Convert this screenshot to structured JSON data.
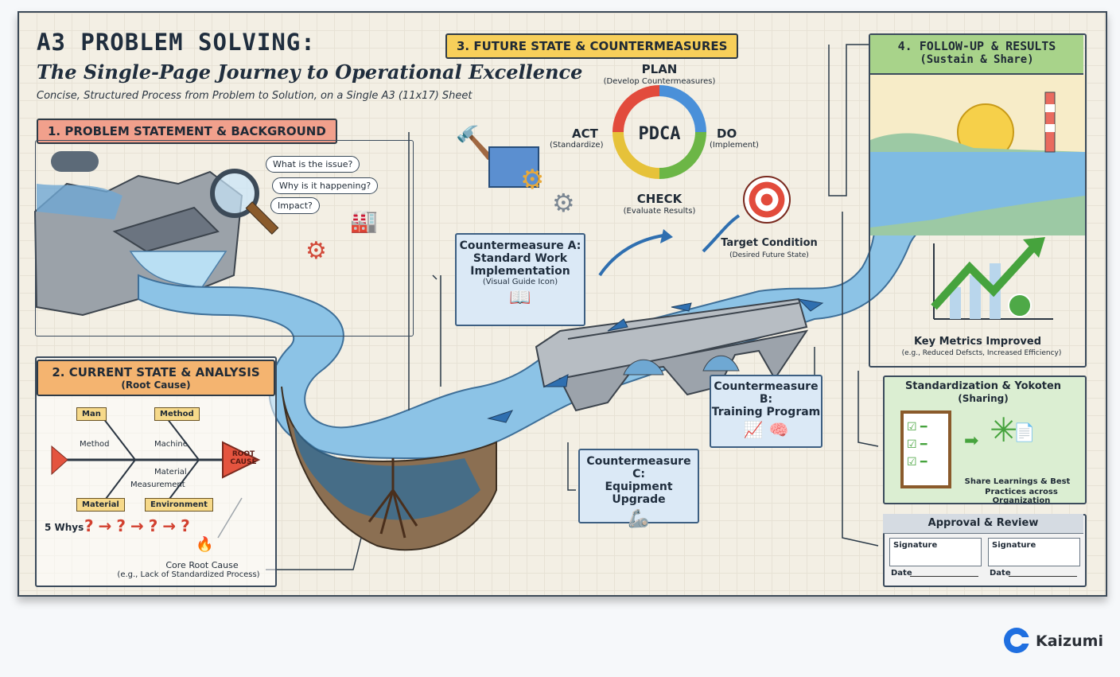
{
  "header": {
    "title": "A3 PROBLEM SOLVING:",
    "subtitle": "The Single-Page Journey to Operational Excellence",
    "tagline": "Concise, Structured Process from Problem to Solution, on a Single A3 (11x17) Sheet"
  },
  "section1": {
    "label": "1. PROBLEM STATEMENT & BACKGROUND",
    "questions": [
      "What is the issue?",
      "Why is it happening?",
      "Impact?"
    ]
  },
  "section2": {
    "label": "2. CURRENT STATE & ANALYSIS",
    "sublabel": "(Root Cause)",
    "fishbone": {
      "categories": [
        "Man",
        "Method",
        "Material",
        "Environment"
      ],
      "causes": [
        "Method",
        "Machine",
        "Material",
        "Measurement"
      ],
      "head": "ROOT CAUSE"
    },
    "five_whys": "5 Whys",
    "core_title": "Core Root Cause",
    "core_example": "(e.g., Lack of Standardized Process)"
  },
  "section3": {
    "label": "3. FUTURE STATE & COUNTERMEASURES",
    "pdca": {
      "center": "PDCA",
      "plan": "PLAN",
      "plan_sub": "(Develop Countermeasures)",
      "do": "DO",
      "do_sub": "(Implement)",
      "check": "CHECK",
      "check_sub": "(Evaluate Results)",
      "act": "ACT",
      "act_sub": "(Standardize)"
    },
    "target": {
      "title": "Target Condition",
      "sub": "(Desired Future State)"
    },
    "cm_a": {
      "line1": "Countermeasure A:",
      "line2": "Standard Work",
      "line3": "Implementation",
      "sub": "(Visual Guide Icon)"
    },
    "cm_b": {
      "line1": "Countermeasure B:",
      "line2": "Training Program"
    },
    "cm_c": {
      "line1": "Countermeasure C:",
      "line2": "Equipment Upgrade"
    }
  },
  "section4": {
    "label": "4. FOLLOW-UP & RESULTS",
    "sublabel": "(Sustain & Share)",
    "metrics_title": "Key Metrics Improved",
    "metrics_sub": "(e.g., Reduced Defscts, Increased Efficiency)",
    "std_title": "Standardization & Yokoten",
    "std_sub": "(Sharing)",
    "share_text1": "Share Learnings & Best",
    "share_text2": "Practices across Organization"
  },
  "approval": {
    "title": "Approval & Review",
    "sig1": "Signature",
    "sig2": "Signature",
    "date1": "Date",
    "date2": "Date"
  },
  "brand": {
    "name": "Kaizumi"
  },
  "colors": {
    "sec1": "#f1a08c",
    "sec2": "#f4b470",
    "sec3": "#f7cf5a",
    "sec4": "#a8d38a",
    "water": "#8cc3e6",
    "cm_box": "#dbe9f6",
    "plan": "#4a90d9",
    "do": "#6cb646",
    "check": "#e6c23a",
    "act": "#e24b3c"
  }
}
